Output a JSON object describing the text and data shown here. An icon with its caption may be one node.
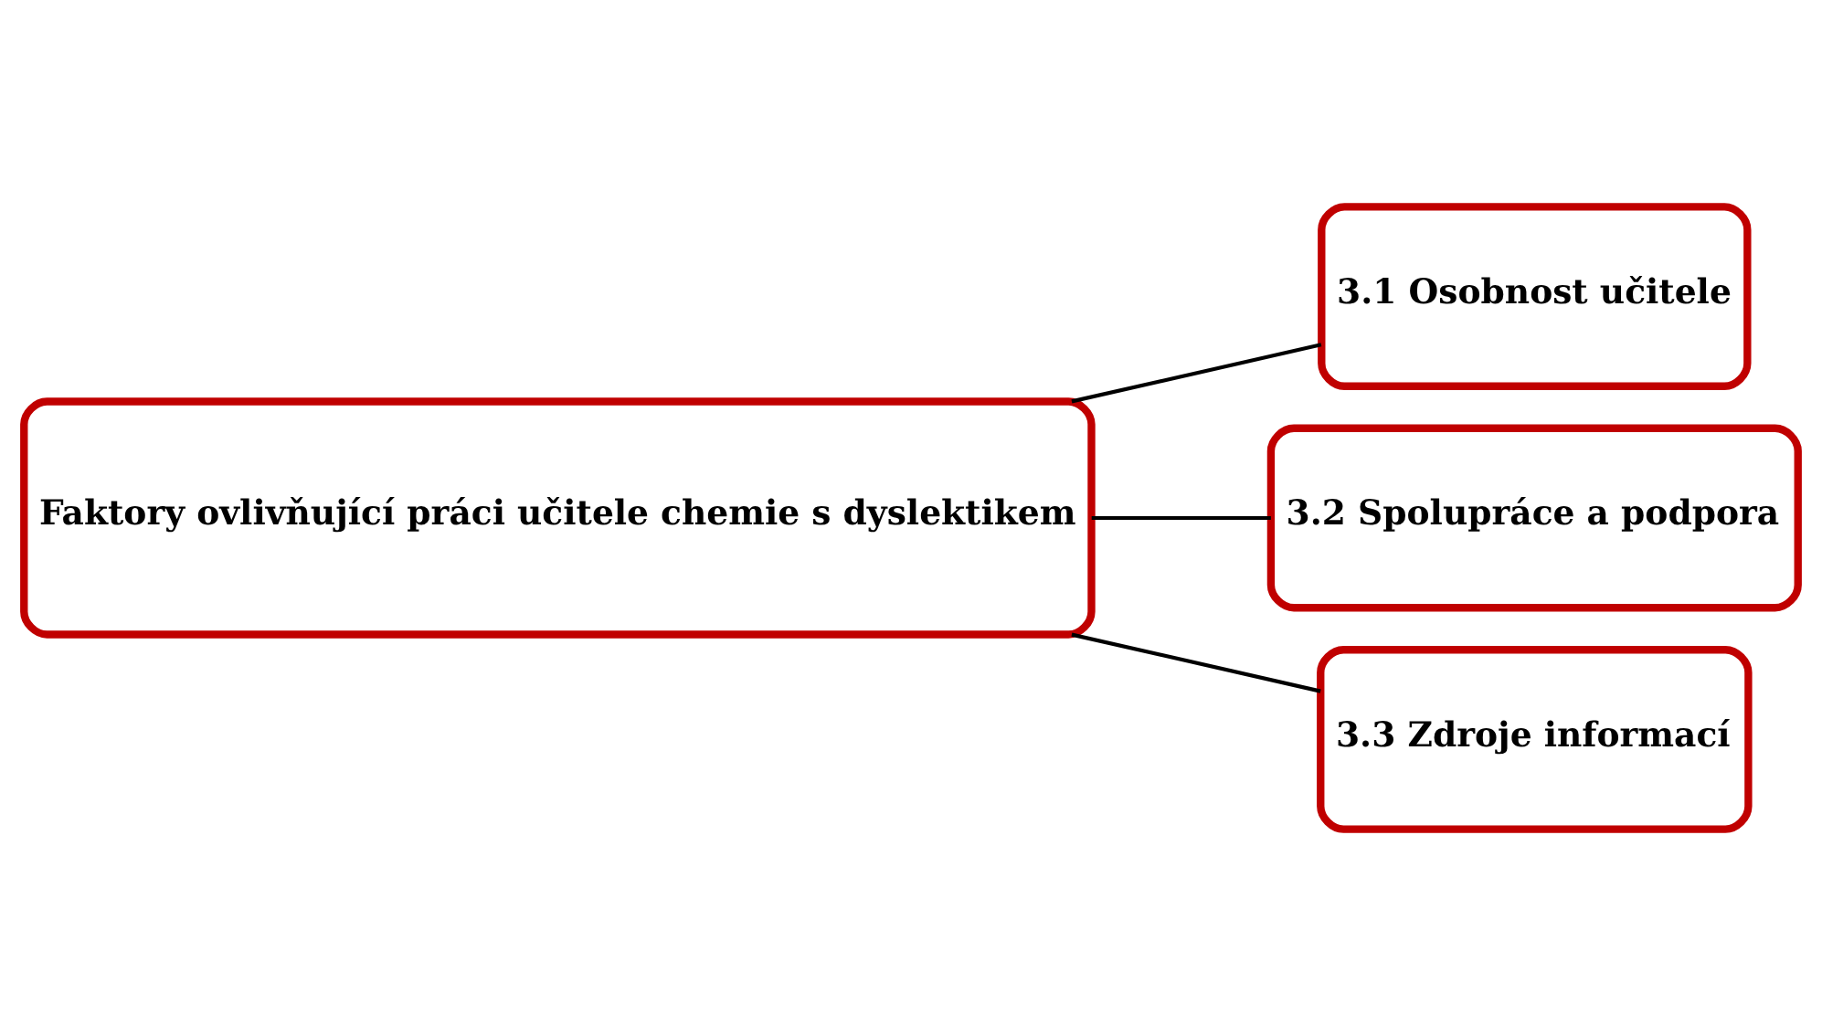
{
  "diagram": {
    "nodes": [
      {
        "text": [
          "Faktory ovlivňující práci učitele chemie s dyslektikem"
        ]
      },
      {
        "text": [
          "3.1 Osobnost učitele"
        ]
      },
      {
        "text": [
          "3.2 Spolupráce a podpora"
        ]
      },
      {
        "text": [
          "3.3 Zdroje informací"
        ]
      }
    ],
    "edges": [
      {
        "from": 0,
        "to": 1,
        "arrow": "none"
      },
      {
        "from": 0,
        "to": 2,
        "arrow": "none"
      },
      {
        "from": 0,
        "to": 3,
        "arrow": "none"
      }
    ]
  }
}
